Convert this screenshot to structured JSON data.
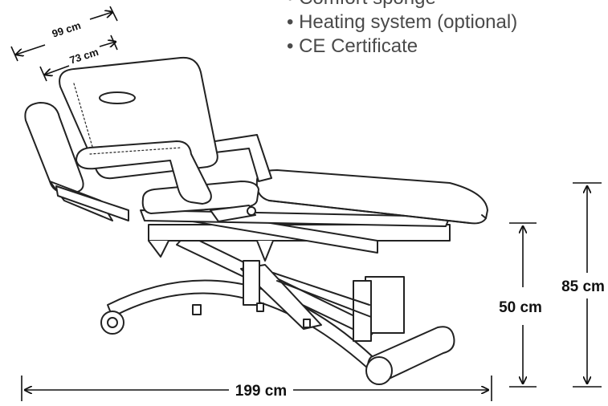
{
  "features": {
    "item_1": "• Comfort sponge",
    "item_2": "• Heating system (optional)",
    "item_3": "• CE Certificate"
  },
  "dimensions": {
    "length": "199 cm",
    "height_min": "50 cm",
    "height_max": "85 cm",
    "width_total": "99 cm",
    "width_top": "73 cm"
  }
}
